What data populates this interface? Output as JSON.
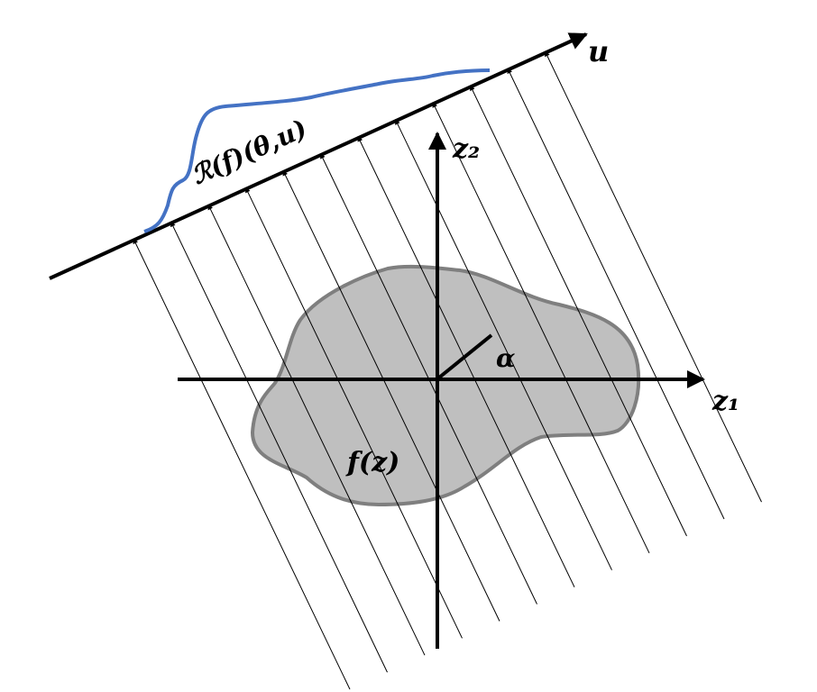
{
  "labels": {
    "u_axis": "u",
    "z2_axis": "z₂",
    "z1_axis": "z₁",
    "angle": "α",
    "function": "f(z)",
    "projection": "ℛ(f)(θ,u)"
  },
  "colors": {
    "blob_fill": "#bfbfbf",
    "blob_stroke": "#7f7f7f",
    "projection_curve": "#4472c4",
    "lines": "#000000"
  },
  "ray_count": 12
}
